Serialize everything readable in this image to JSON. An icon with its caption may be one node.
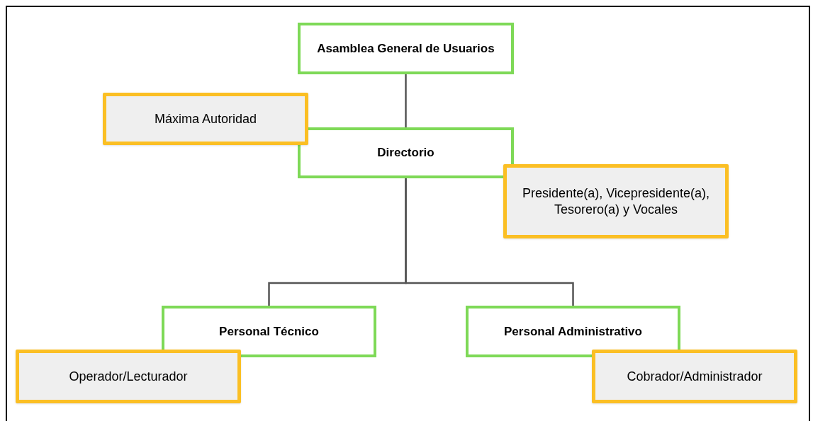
{
  "diagram": {
    "nodes": [
      {
        "text": [
          "Asamblea General de Usuarios"
        ]
      },
      {
        "text": [
          "Máxima Autoridad"
        ]
      },
      {
        "text": [
          "Directorio"
        ]
      },
      {
        "text": [
          "Presidente(a), Vicepresidente(a), Tesorero(a) y Vocales"
        ]
      },
      {
        "text": [
          "Personal Técnico"
        ]
      },
      {
        "text": [
          "Operador/Lecturador"
        ]
      },
      {
        "text": [
          "Personal Administrativo"
        ]
      },
      {
        "text": [
          "Cobrador/Administrador"
        ]
      }
    ],
    "edges": [
      {
        "from": 0,
        "to": 2,
        "arrow": "none"
      },
      {
        "from": 2,
        "to": 4,
        "arrow": "none"
      },
      {
        "from": 2,
        "to": 6,
        "arrow": "none"
      }
    ]
  }
}
